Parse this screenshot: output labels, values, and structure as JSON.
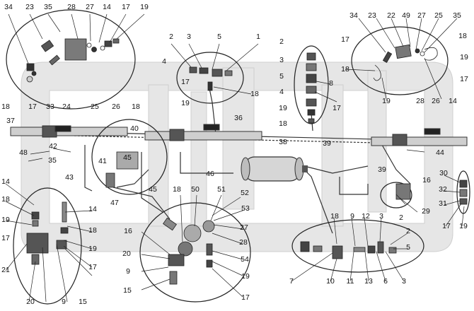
{
  "diagram": {
    "type": "exploded-assembly",
    "callouts": [
      "34",
      "23",
      "35",
      "28",
      "27",
      "14",
      "17",
      "19",
      "18",
      "17",
      "33",
      "24",
      "25",
      "26",
      "18",
      "2",
      "3",
      "5",
      "1",
      "4",
      "17",
      "19",
      "18",
      "2",
      "3",
      "5",
      "8",
      "4",
      "19",
      "17",
      "34",
      "23",
      "22",
      "49",
      "27",
      "25",
      "35",
      "18",
      "17",
      "18",
      "19",
      "17",
      "19",
      "28",
      "26",
      "14",
      "37",
      "40",
      "36",
      "18",
      "38",
      "48",
      "42",
      "35",
      "45",
      "41",
      "43",
      "47",
      "46",
      "39",
      "39",
      "44",
      "45",
      "18",
      "50",
      "51",
      "52",
      "53",
      "27",
      "28",
      "54",
      "19",
      "17",
      "16",
      "20",
      "9",
      "15",
      "14",
      "18",
      "19",
      "17",
      "21",
      "20",
      "9",
      "15",
      "14",
      "18",
      "19",
      "17",
      "16",
      "29",
      "30",
      "32",
      "31",
      "17",
      "19",
      "18",
      "9",
      "12",
      "3",
      "2",
      "5",
      "2",
      "7",
      "10",
      "11",
      "13",
      "6",
      "3"
    ]
  },
  "colors": {
    "frame": "#e2e2e2",
    "frame_stroke": "#cfcfcf",
    "line": "#333333",
    "receiver": "#d4d4d4",
    "part_dark": "#3a3a3a",
    "part_mid": "#8a8a8a"
  }
}
